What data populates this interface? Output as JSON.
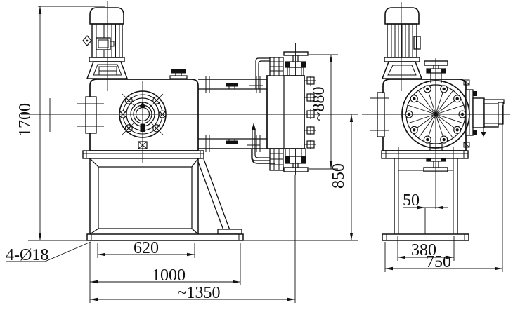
{
  "drawing": {
    "dimensions": {
      "overall_height": "1700",
      "head_span": "~880",
      "centerline_height": "850",
      "front_stand_width": "620",
      "front_base_width": "1000",
      "front_overall_width": "~1350",
      "anchor_holes": "4-Ø18",
      "valve_offset": "50",
      "side_stand_width": "380",
      "side_overall_depth": "750"
    },
    "colors": {
      "line": "#111111",
      "background": "#ffffff"
    }
  }
}
